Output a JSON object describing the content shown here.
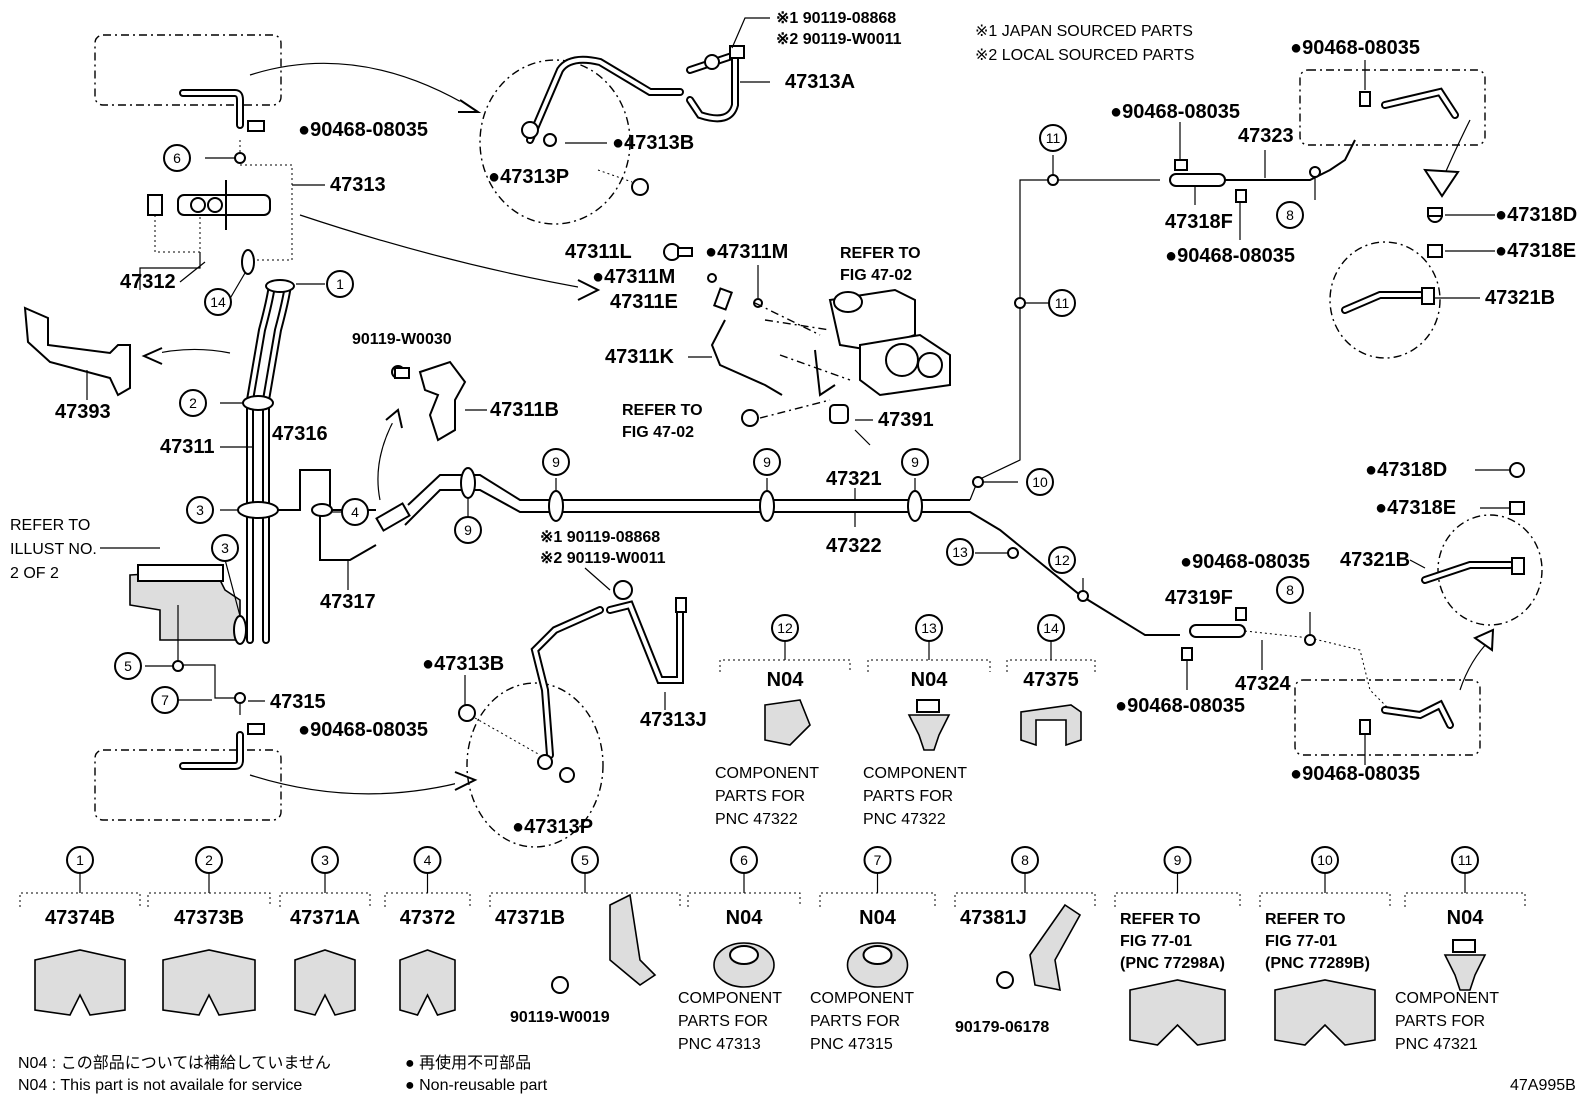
{
  "notes": {
    "japan": "※1 JAPAN SOURCED PARTS",
    "local": "※2 LOCAL SOURCED PARTS"
  },
  "labels": {
    "p47313A": "47313A",
    "p47313B_top": "●47313B",
    "p47313P_top": "●47313P",
    "sup1_top": "※1 90119-08868",
    "sup2_top": "※2 90119-W0011",
    "clip_a": "●90468-08035",
    "p47313": "47313",
    "p47312": "47312",
    "p47393": "47393",
    "p47311": "47311",
    "p47316": "47316",
    "p47317": "47317",
    "p47315": "47315",
    "clip_b": "●90468-08035",
    "p90119_W0030": "90119-W0030",
    "p47311B": "47311B",
    "p47311L": "47311L",
    "p47311M_a": "●47311M",
    "p47311M_b": "●47311M",
    "p47311E": "47311E",
    "p47311K": "47311K",
    "refer_fig_a1": "REFER TO",
    "refer_fig_a2": "FIG 47-02",
    "refer_fig_b1": "REFER TO",
    "refer_fig_b2": "FIG 47-02",
    "p47391": "47391",
    "p47321": "47321",
    "p47322": "47322",
    "sup1_mid": "※1 90119-08868",
    "sup2_mid": "※2 90119-W0011",
    "p47313B_bot": "●47313B",
    "p47313J": "47313J",
    "p47313P_bot": "●47313P",
    "refer_illust1": "REFER TO",
    "refer_illust2": "ILLUST NO.",
    "refer_illust3": "2 OF 2",
    "clip_c": "●90468-08035",
    "p47323": "47323",
    "clip_d": "●90468-08035",
    "p47318F": "47318F",
    "clip_e": "●90468-08035",
    "p47318D_top": "●47318D",
    "p47318E_top": "●47318E",
    "p47321B_top": "47321B",
    "p47318D_bot": "●47318D",
    "p47318E_bot": "●47318E",
    "p47321B_bot": "47321B",
    "clip_f": "●90468-08035",
    "p47319F": "47319F",
    "p47324": "47324",
    "clip_g": "●90468-08035",
    "clip_h": "●90468-08035",
    "mid_parts": [
      {
        "num": "12",
        "code": "N04",
        "cap": [
          "COMPONENT",
          "PARTS FOR",
          "PNC 47322"
        ]
      },
      {
        "num": "13",
        "code": "N04",
        "cap": [
          "COMPONENT",
          "PARTS FOR",
          "PNC 47322"
        ]
      },
      {
        "num": "14",
        "code": "47375",
        "cap": []
      }
    ],
    "bottom_parts": [
      {
        "num": "1",
        "code": "47374B",
        "cap": []
      },
      {
        "num": "2",
        "code": "47373B",
        "cap": []
      },
      {
        "num": "3",
        "code": "47371A",
        "cap": []
      },
      {
        "num": "4",
        "code": "47372",
        "cap": []
      },
      {
        "num": "5",
        "code": "47371B",
        "cap": [],
        "extra": "90119-W0019"
      },
      {
        "num": "6",
        "code": "N04",
        "cap": [
          "COMPONENT",
          "PARTS FOR",
          "PNC 47313"
        ]
      },
      {
        "num": "7",
        "code": "N04",
        "cap": [
          "COMPONENT",
          "PARTS FOR",
          "PNC 47315"
        ]
      },
      {
        "num": "8",
        "code": "47381J",
        "cap": [],
        "extra": "90179-06178"
      },
      {
        "num": "9",
        "code": "REFER TO",
        "cap": [
          "FIG 77-01",
          "(PNC 77298A)"
        ]
      },
      {
        "num": "10",
        "code": "REFER TO",
        "cap": [
          "FIG 77-01",
          "(PNC 77289B)"
        ]
      },
      {
        "num": "11",
        "code": "N04",
        "cap": [
          "COMPONENT",
          "PARTS FOR",
          "PNC 47321"
        ]
      }
    ],
    "callouts": [
      "1",
      "2",
      "3",
      "3",
      "4",
      "5",
      "6",
      "7",
      "8",
      "8",
      "9",
      "9",
      "9",
      "9",
      "10",
      "11",
      "11",
      "12",
      "13",
      "14"
    ]
  },
  "legend": {
    "n04_jp": "N04 : この部品については補給していません",
    "n04_en": "N04 : This part is not availale for service",
    "nr_jp": "● 再使用不可部品",
    "nr_en": "● Non-reusable part"
  },
  "figure_id": "47A995B"
}
